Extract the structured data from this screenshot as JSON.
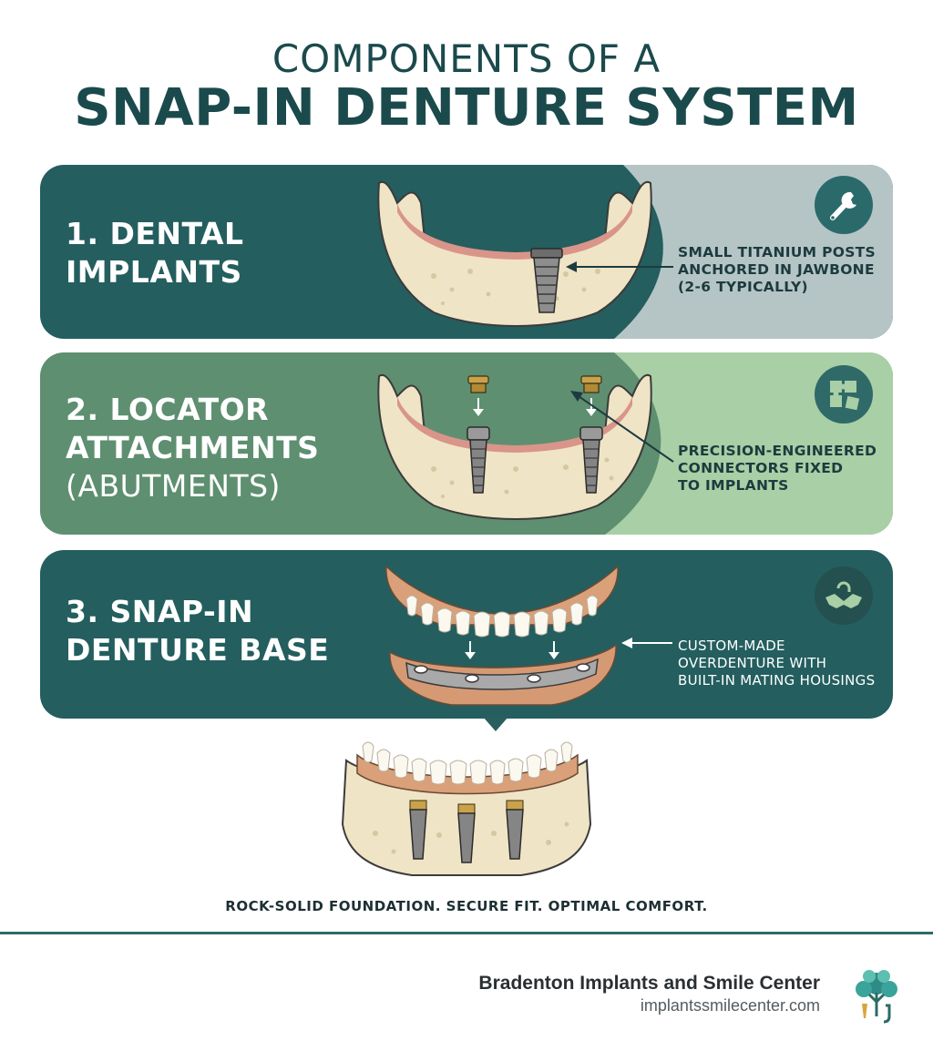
{
  "title": {
    "line1": "COMPONENTS OF A",
    "line2": "SNAP-IN DENTURE SYSTEM"
  },
  "panels": [
    {
      "title_line1": "1. DENTAL",
      "title_line2": "IMPLANTS",
      "description": [
        "SMALL TITANIUM POSTS",
        "ANCHORED IN JAWBONE",
        "(2-6 TYPICALLY)"
      ],
      "icon": "wrench-icon",
      "color": "#245e5f"
    },
    {
      "title_line1": "2. LOCATOR",
      "title_line2": "ATTACHMENTS",
      "title_line3": "(ABUTMENTS)",
      "description": [
        "PRECISION-ENGINEERED",
        "CONNECTORS FIXED",
        "TO IMPLANTS"
      ],
      "icon": "puzzle-icon",
      "color": "#5e8f70"
    },
    {
      "title_line1": "3. SNAP-IN",
      "title_line2": "DENTURE BASE",
      "description": [
        "CUSTOM-MADE",
        "OVERDENTURE WITH",
        "BUILT-IN MATING HOUSINGS"
      ],
      "icon": "handshake-icon",
      "color": "#245e5f"
    }
  ],
  "tagline": "ROCK-SOLID FOUNDATION. SECURE FIT. OPTIMAL COMFORT.",
  "brand": {
    "name": "Bradenton Implants and Smile Center",
    "url": "implantssmilecenter.com",
    "logo": "tree-tooth-logo-icon"
  }
}
